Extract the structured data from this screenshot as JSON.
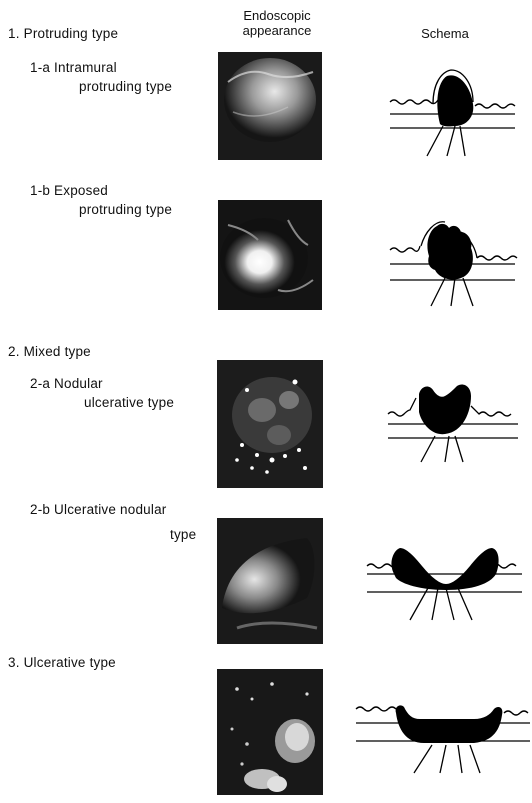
{
  "headers": {
    "endoscopic_line1": "Endoscopic",
    "endoscopic_line2": "appearance",
    "schema": "Schema"
  },
  "sections": {
    "protruding": "1.  Protruding  type",
    "mixed": "2.  Mixed  type",
    "ulcerative": "3.  Ulcerative  type"
  },
  "subtypes": {
    "s1a_line1": "1-a  Intramural",
    "s1a_line2": "protruding  type",
    "s1b_line1": "1-b  Exposed",
    "s1b_line2": "protruding  type",
    "s2a_line1": "2-a  Nodular",
    "s2a_line2": "ulcerative  type",
    "s2b_line1": "2-b  Ulcerative  nodular",
    "s2b_line2": "type"
  },
  "images": [
    "endoscopic-photo-intramural-protruding",
    "endoscopic-photo-exposed-protruding",
    "endoscopic-photo-nodular-ulcerative",
    "endoscopic-photo-ulcerative-nodular",
    "endoscopic-photo-ulcerative"
  ]
}
